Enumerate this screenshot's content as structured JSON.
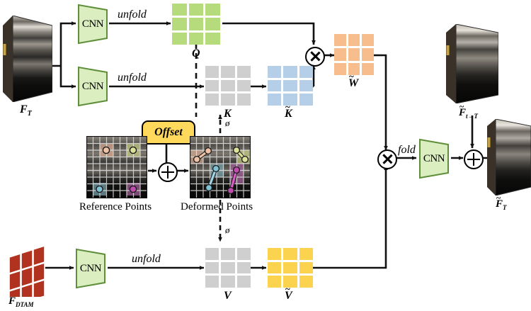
{
  "figure": {
    "type": "diagram",
    "title": "Deformable cross-attention feature alignment module"
  },
  "colors": {
    "q_green": "#b5db7d",
    "k_gray": "#cfcfcf",
    "k_tilde_blue": "#b5cfe8",
    "w_tilde_orange": "#f8bd8d",
    "v_gray": "#cfcfcf",
    "v_tilde_yellow": "#fcd34f",
    "cnn_fill": "#dbeec0",
    "cnn_stroke": "#5f8f3a",
    "offset_fill": "#ffd95c",
    "dtam_red": "#b1331f",
    "line": "#111111"
  },
  "inputs": [
    {
      "name": "feature-map-ft",
      "label": "F",
      "sub": "T"
    },
    {
      "name": "feature-map-fdtam",
      "label": "F",
      "sub": "DTAM"
    }
  ],
  "outputs": [
    {
      "name": "feature-map-ft-to-T",
      "label": "F",
      "sub": "t→T",
      "accent": "~"
    },
    {
      "name": "feature-map-ft-bar",
      "label": "F",
      "sub": "T",
      "accent": "~"
    }
  ],
  "blocks": {
    "cnn_top": "CNN",
    "cnn_mid": "CNN",
    "cnn_bottom": "CNN",
    "cnn_fold": "CNN",
    "offset": "Offset"
  },
  "edge_labels": {
    "unfold_q": "unfold",
    "unfold_k": "unfold",
    "unfold_v": "unfold",
    "fold": "fold",
    "phi_k": "ø",
    "phi_v": "ø"
  },
  "matrices": [
    {
      "name": "matrix-q",
      "label": "Q",
      "accent": "",
      "color": "#b5db7d",
      "cells": 9
    },
    {
      "name": "matrix-k",
      "label": "K",
      "accent": "",
      "color": "#cfcfcf",
      "cells": 9
    },
    {
      "name": "matrix-k-tilde",
      "label": "K",
      "accent": "~",
      "color": "#b5cfe8",
      "cells": 9
    },
    {
      "name": "matrix-w-tilde",
      "label": "W",
      "accent": "~",
      "color": "#f8bd8d",
      "cells": 9
    },
    {
      "name": "matrix-v",
      "label": "V",
      "accent": "",
      "color": "#cfcfcf",
      "cells": 9
    },
    {
      "name": "matrix-v-tilde",
      "label": "V",
      "accent": "~",
      "color": "#fcd34f",
      "cells": 9
    }
  ],
  "point_grids": [
    {
      "name": "reference-points",
      "caption": "Reference Points"
    },
    {
      "name": "deformed-points",
      "caption": "Deformed Points"
    }
  ],
  "operators": [
    {
      "name": "multiply-qk",
      "glyph": "⊗"
    },
    {
      "name": "add-offset",
      "glyph": "⊕"
    },
    {
      "name": "multiply-wv",
      "glyph": "⊗"
    },
    {
      "name": "add-residual",
      "glyph": "⊕"
    }
  ]
}
